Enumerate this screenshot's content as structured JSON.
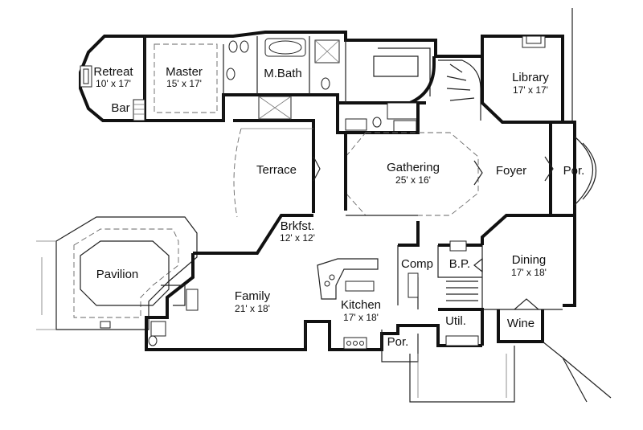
{
  "plan": {
    "rooms": [
      {
        "id": "retreat",
        "name": "Retreat",
        "size": "10' x 17'"
      },
      {
        "id": "master",
        "name": "Master",
        "size": "15' x 17'"
      },
      {
        "id": "mbath",
        "name": "M.Bath",
        "size": ""
      },
      {
        "id": "bar",
        "name": "Bar",
        "size": ""
      },
      {
        "id": "library",
        "name": "Library",
        "size": "17' x 17'"
      },
      {
        "id": "terrace",
        "name": "Terrace",
        "size": ""
      },
      {
        "id": "gathering",
        "name": "Gathering",
        "size": "25' x 16'"
      },
      {
        "id": "foyer",
        "name": "Foyer",
        "size": ""
      },
      {
        "id": "porch-front",
        "name": "Por.",
        "size": ""
      },
      {
        "id": "brkfst",
        "name": "Brkfst.",
        "size": "12' x 12'"
      },
      {
        "id": "pavilion",
        "name": "Pavilion",
        "size": ""
      },
      {
        "id": "family",
        "name": "Family",
        "size": "21' x 18'"
      },
      {
        "id": "kitchen",
        "name": "Kitchen",
        "size": "17' x 18'"
      },
      {
        "id": "comp",
        "name": "Comp",
        "size": ""
      },
      {
        "id": "bp",
        "name": "B.P.",
        "size": ""
      },
      {
        "id": "dining",
        "name": "Dining",
        "size": "17' x 18'"
      },
      {
        "id": "util",
        "name": "Util.",
        "size": ""
      },
      {
        "id": "wine",
        "name": "Wine",
        "size": ""
      },
      {
        "id": "porch-rear",
        "name": "Por.",
        "size": ""
      }
    ]
  }
}
